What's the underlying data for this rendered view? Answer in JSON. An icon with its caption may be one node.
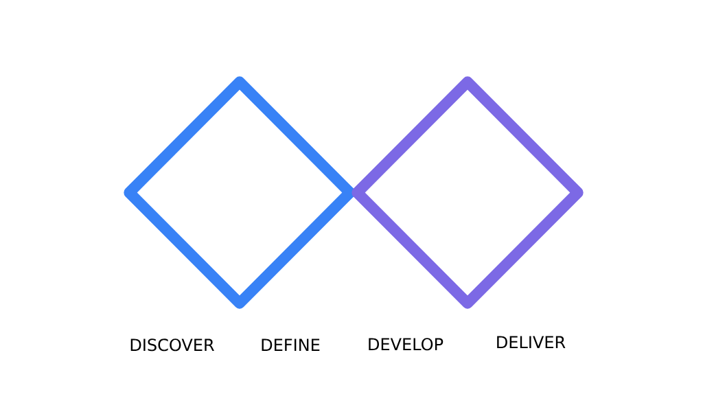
{
  "diagram": {
    "nodes": [
      {
        "text": [],
        "shape": "diamond",
        "beside": [
          "DISCOVER",
          "DEFINE"
        ]
      },
      {
        "text": [],
        "shape": "diamond",
        "beside": [
          "DEVELOP",
          "DELIVER"
        ]
      }
    ]
  }
}
